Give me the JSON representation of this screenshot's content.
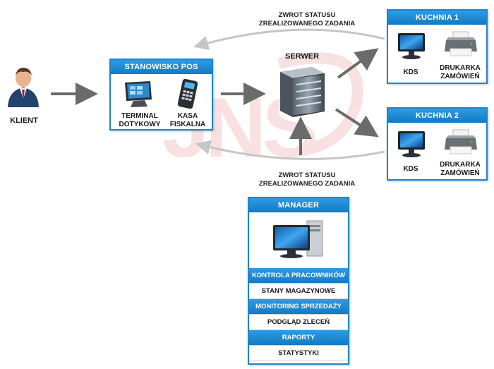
{
  "client": {
    "label": "KLIENT"
  },
  "pos": {
    "title": "STANOWISKO POS",
    "terminal_label": [
      "TERMINAL",
      "DOTYKOWY"
    ],
    "kasa_label": [
      "KASA",
      "FISKALNA"
    ]
  },
  "server": {
    "label": "SERWER",
    "watermark": "JNS"
  },
  "kitchen1": {
    "title": "KUCHNIA 1",
    "kds_label": "KDS",
    "printer_label": [
      "DRUKARKA",
      "ZAMÓWIEŃ"
    ]
  },
  "kitchen2": {
    "title": "KUCHNIA 2",
    "kds_label": "KDS",
    "printer_label": [
      "DRUKARKA",
      "ZAMÓWIEŃ"
    ]
  },
  "status_note_top": [
    "ZWROT STATUSU",
    "ZREALIZOWANEGO ZADANIA"
  ],
  "status_note_bottom": [
    "ZWROT STATUSU",
    "ZREALIZOWANEGO ZADANIA"
  ],
  "manager": {
    "title": "MANAGER",
    "rows": [
      {
        "text": "KONTROLA PRACOWNIKÓW",
        "style": "blue"
      },
      {
        "text": "STANY MAGAZYNOWE",
        "style": "white"
      },
      {
        "text": "MONITORING SPRZEDAŻY",
        "style": "blue"
      },
      {
        "text": "PODGLĄD ZLECEŃ",
        "style": "white"
      },
      {
        "text": "RAPORTY",
        "style": "blue"
      },
      {
        "text": "STATYSTYKI",
        "style": "white"
      }
    ]
  },
  "colors": {
    "accent": "#1a86cf",
    "arrow": "#6b6b6b",
    "curve": "#c8c8c8"
  }
}
